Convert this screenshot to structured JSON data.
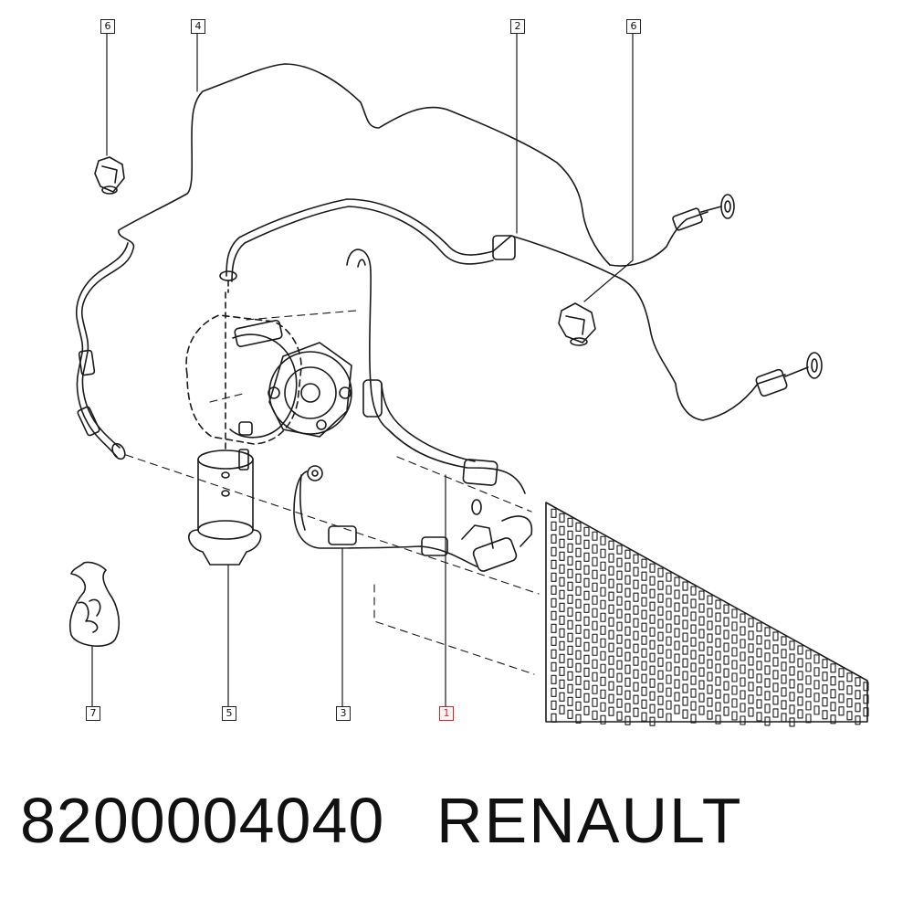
{
  "callouts": [
    {
      "id": "c6a",
      "label": "6",
      "part": "pipe-clip"
    },
    {
      "id": "c4",
      "label": "4",
      "part": "pipe"
    },
    {
      "id": "c2",
      "label": "2",
      "part": "pipe"
    },
    {
      "id": "c6b",
      "label": "6",
      "part": "pipe-clip"
    },
    {
      "id": "c7",
      "label": "7",
      "part": "desiccant-bag"
    },
    {
      "id": "c5",
      "label": "5",
      "part": "dehydration-bottle"
    },
    {
      "id": "c3",
      "label": "3",
      "part": "pipe"
    },
    {
      "id": "c1",
      "label": "1",
      "part": "pipe",
      "highlighted": true
    }
  ],
  "colors": {
    "line": "#1a1a1a",
    "highlight": "#e0202a",
    "background": "#ffffff"
  },
  "footer": {
    "part_number": "8200004040",
    "brand": "RENAULT"
  }
}
